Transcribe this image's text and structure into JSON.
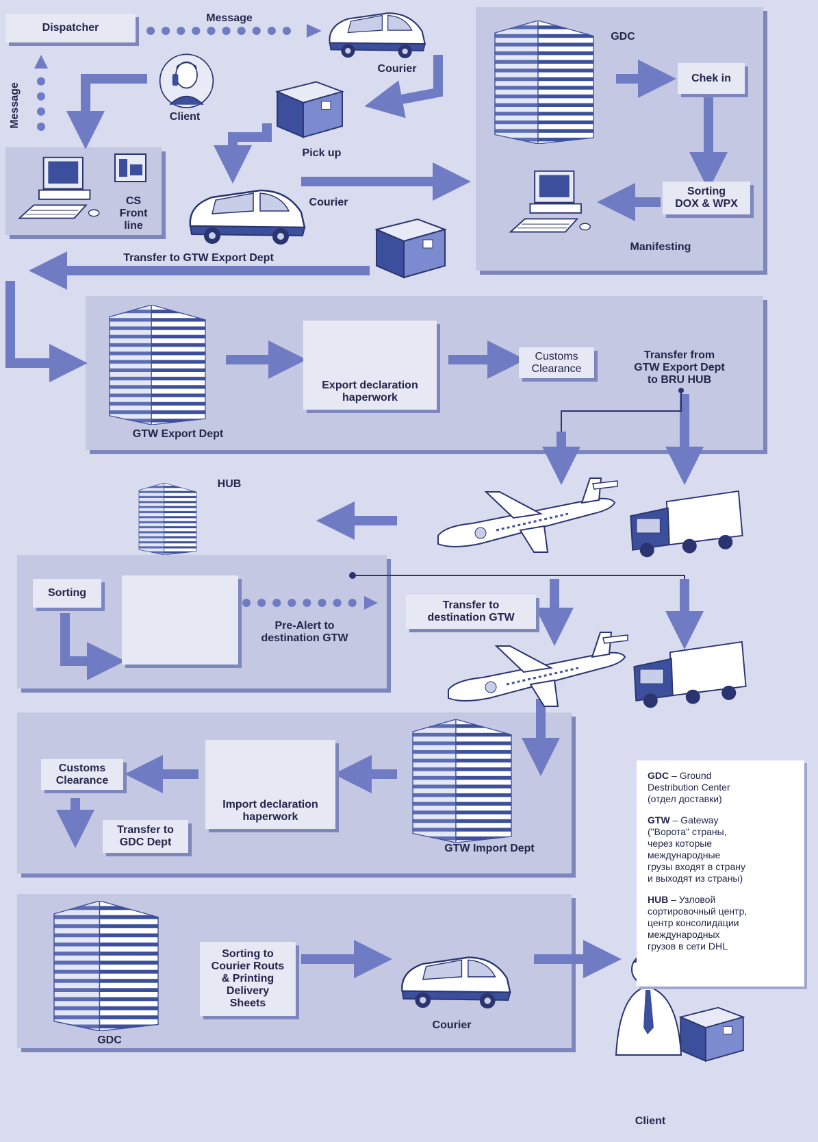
{
  "labels": {
    "dispatcher": "Dispatcher",
    "message_top": "Message",
    "message_side": "Message",
    "courier1": "Courier",
    "client_top": "Client",
    "pickup": "Pick up",
    "cs_front_line": "CS\nFront\nline",
    "courier2": "Courier",
    "gdc_top": "GDC",
    "check_in": "Chek in",
    "sorting_dox": "Sorting\nDOX & WPX",
    "manifesting": "Manifesting",
    "transfer_export": "Transfer to GTW Export Dept",
    "export_paperwork": "Export declaration\nhaperwork",
    "customs1": "Customs\nClearance",
    "transfer_bru": "Transfer from\nGTW Export Dept\nto BRU HUB",
    "gtw_export": "GTW Export Dept",
    "hub": "HUB",
    "sorting_hub": "Sorting",
    "pre_alert": "Pre-Alert to\ndestination GTW",
    "transfer_dest": "Transfer to\ndestination GTW",
    "customs2": "Customs\nClearance",
    "import_paperwork": "Import declaration\nhaperwork",
    "transfer_gdc": "Transfer to\nGDC Dept",
    "gtw_import": "GTW Import Dept",
    "sorting_routes": "Sorting to\nCourier Routs\n& Printing\nDelivery\nSheets",
    "courier3": "Courier",
    "gdc_bottom": "GDC",
    "client_bottom": "Client"
  },
  "legend": {
    "gdc_term": "GDC",
    "gdc_def": " – Ground\nDestribution Center\n(отдел доставки)",
    "gtw_term": "GTW",
    "gtw_def": " – Gateway\n(\"Ворота\" страны,\nчерез которые\nмеждународные\nгрузы входят в страну\nи выходят из страны)",
    "hub_term": "HUB",
    "hub_def": " – Узловой\nсортировочный центр,\nцентр консолидации\nмеждународных\nгрузов в сети DHL"
  },
  "colors": {
    "arrow": "#6f7cc4",
    "panel": "#c4c8e2",
    "background": "#d9dbee",
    "building_stripe": "#3c4f9c"
  }
}
